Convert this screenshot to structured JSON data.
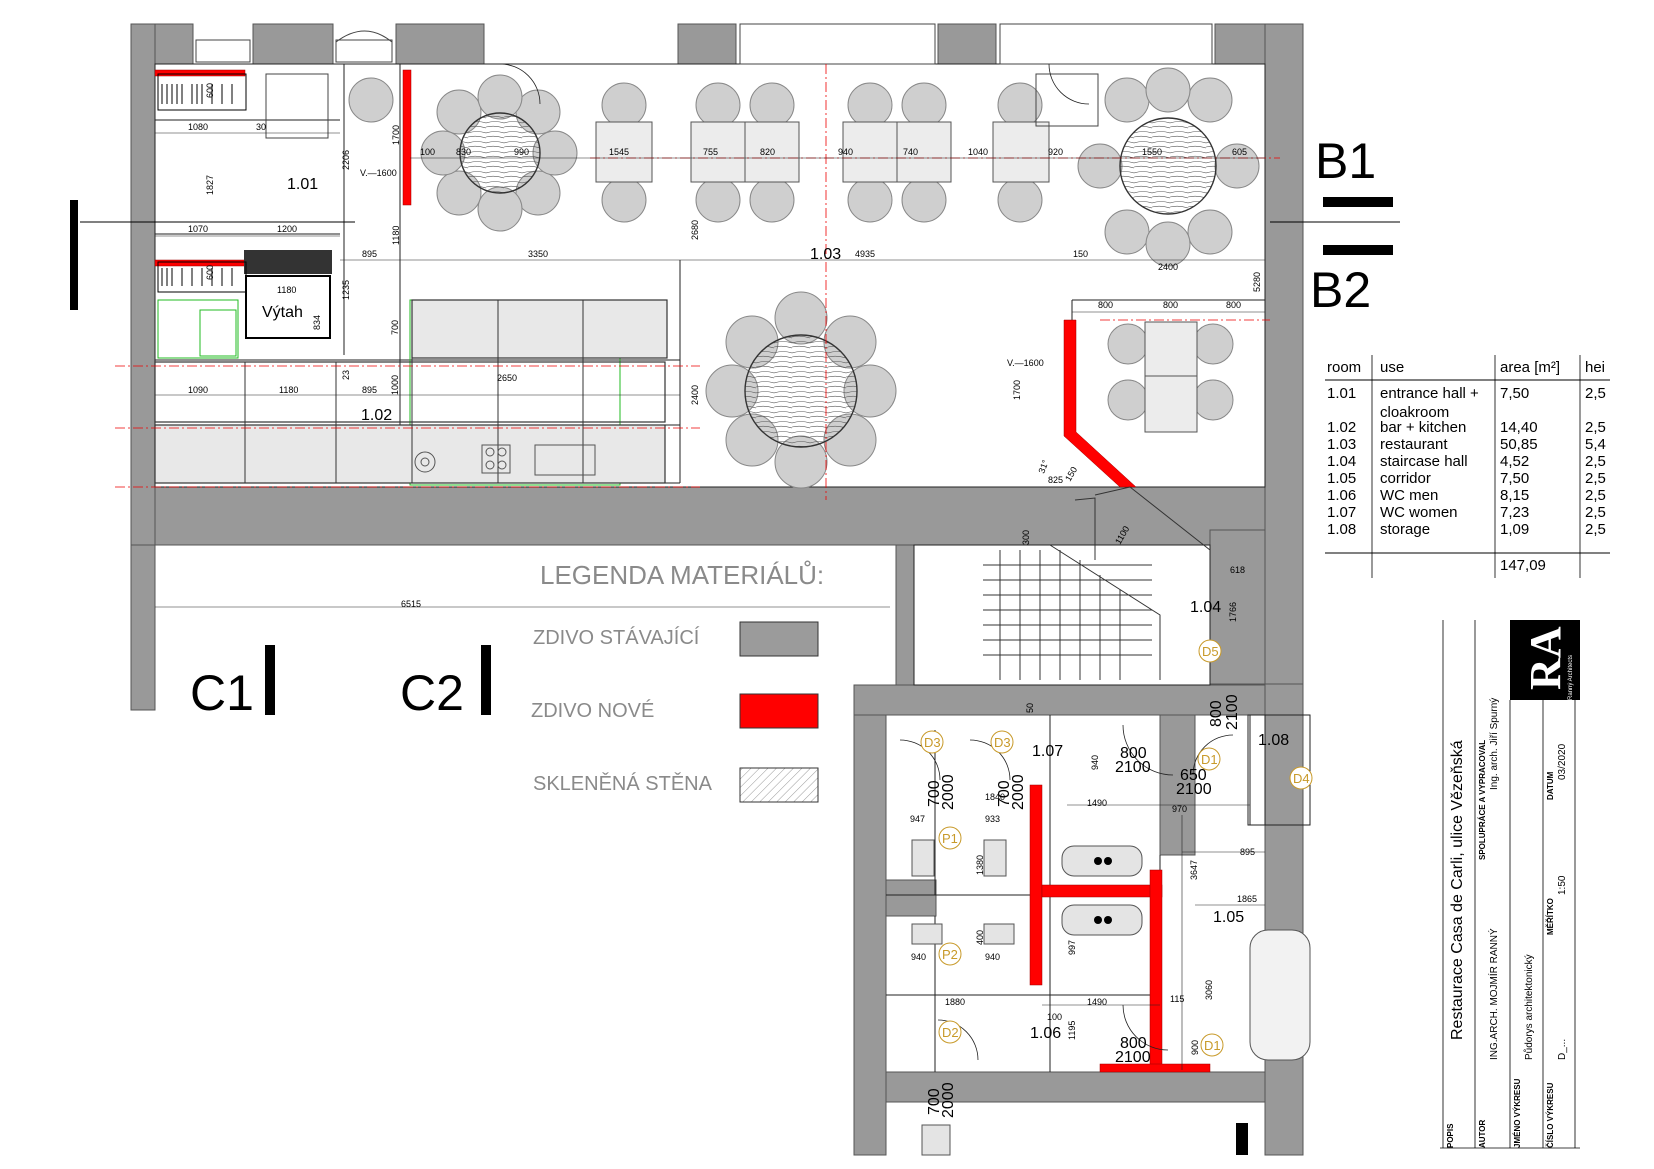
{
  "legend": {
    "title": "LEGENDA MATERIÁLŮ:",
    "items": [
      {
        "label": "ZDIVO STÁVAJÍCÍ",
        "color": "#9b9b9b"
      },
      {
        "label": "ZDIVO NOVÉ",
        "color": "#ff0000"
      },
      {
        "label": "SKLENĚNÁ STĚNA",
        "color": "hatch"
      }
    ]
  },
  "sections": {
    "b1": "B1",
    "b2": "B2",
    "c1": "C1",
    "c2": "C2"
  },
  "rooms": {
    "r101": "1.01",
    "r102": "1.02",
    "r103": "1.03",
    "r104": "1.04",
    "r105": "1.05",
    "r106": "1.06",
    "r107": "1.07",
    "r108": "1.08",
    "elevator": "Výtah"
  },
  "doors": {
    "d1": "D1",
    "d2": "D2",
    "d3": "D3",
    "d4": "D4",
    "d5": "D5",
    "p1": "P1",
    "p2": "P2"
  },
  "dims": {
    "d1080": "1080",
    "d30": "30",
    "d600": "600",
    "d1827": "1827",
    "d2206": "2206",
    "d1700": "1700",
    "d1070": "1070",
    "d1200": "1200",
    "d1180": "1180",
    "d895": "895",
    "d1235": "1235",
    "d834": "834",
    "d3350": "3350",
    "d4935": "4935",
    "d150": "150",
    "d2400": "2400",
    "d5280": "5280",
    "d800": "800",
    "d100": "100",
    "d830": "830",
    "d990": "990",
    "d1545": "1545",
    "d755": "755",
    "d820": "820",
    "d940": "940",
    "d740": "740",
    "d1040": "1040",
    "d920": "920",
    "d1550": "1550",
    "d605": "605",
    "d2680": "2680",
    "d1090": "1090",
    "d2650": "2650",
    "d1000": "1000",
    "d700": "700",
    "d23": "23",
    "v1600": "V.—1600",
    "d31": "31°",
    "d825": "825",
    "d1100": "1100",
    "d300": "300",
    "d618": "618",
    "d1766": "1766",
    "d6515": "6515",
    "d50": "50",
    "d2000": "2000",
    "d2100": "2100",
    "d1840": "1840",
    "d947": "947",
    "d933": "933",
    "d1490": "1490",
    "d1380": "1380",
    "d3647": "3647",
    "d895b": "895",
    "d1865": "1865",
    "d400": "400",
    "d997": "997",
    "d1880": "1880",
    "d115": "115",
    "d1195": "1195",
    "d3060": "3060",
    "d900": "900",
    "d970": "970",
    "d650": "650"
  },
  "room_table": {
    "headers": [
      "room",
      "use",
      "area [m²]",
      "hei"
    ],
    "rows": [
      [
        "1.01",
        "entrance hall +",
        "7,50",
        "2,5"
      ],
      [
        "",
        "cloakroom",
        "",
        ""
      ],
      [
        "1.02",
        "bar + kitchen",
        "14,40",
        "2,5"
      ],
      [
        "1.03",
        "restaurant",
        "50,85",
        "5,4"
      ],
      [
        "1.04",
        "staircase hall",
        "4,52",
        "2,5"
      ],
      [
        "1.05",
        "corridor",
        "7,50",
        "2,5"
      ],
      [
        "1.06",
        "WC men",
        "8,15",
        "2,5"
      ],
      [
        "1.07",
        "WC women",
        "7,23",
        "2,5"
      ],
      [
        "1.08",
        "storage",
        "1,09",
        "2,5"
      ]
    ],
    "total": "147,09"
  },
  "title_block": {
    "popis_label": "POPIS",
    "popis": "Restaurace Casa de Carli, ulice Vězeňská",
    "autor_label": "AUTOR",
    "autor": "ING.ARCH. MOJMÍR RANNÝ",
    "spoluprace_label": "SPOLUPRÁCE A VYPRACOVAL",
    "spoluprace": "Ing. arch. Jiří Spurný",
    "jmeno_label": "JMÉNO VÝKRESU",
    "jmeno": "Půdorys architektonický",
    "cislo_label": "ČÍSLO VÝKRESU",
    "cislo": "D_...",
    "meritko_label": "MĚŘÍTKO",
    "meritko": "1:50",
    "datum_label": "DATUM",
    "datum": "03/2020",
    "logo": "RA",
    "logo_sub": "Ranný Architects"
  }
}
